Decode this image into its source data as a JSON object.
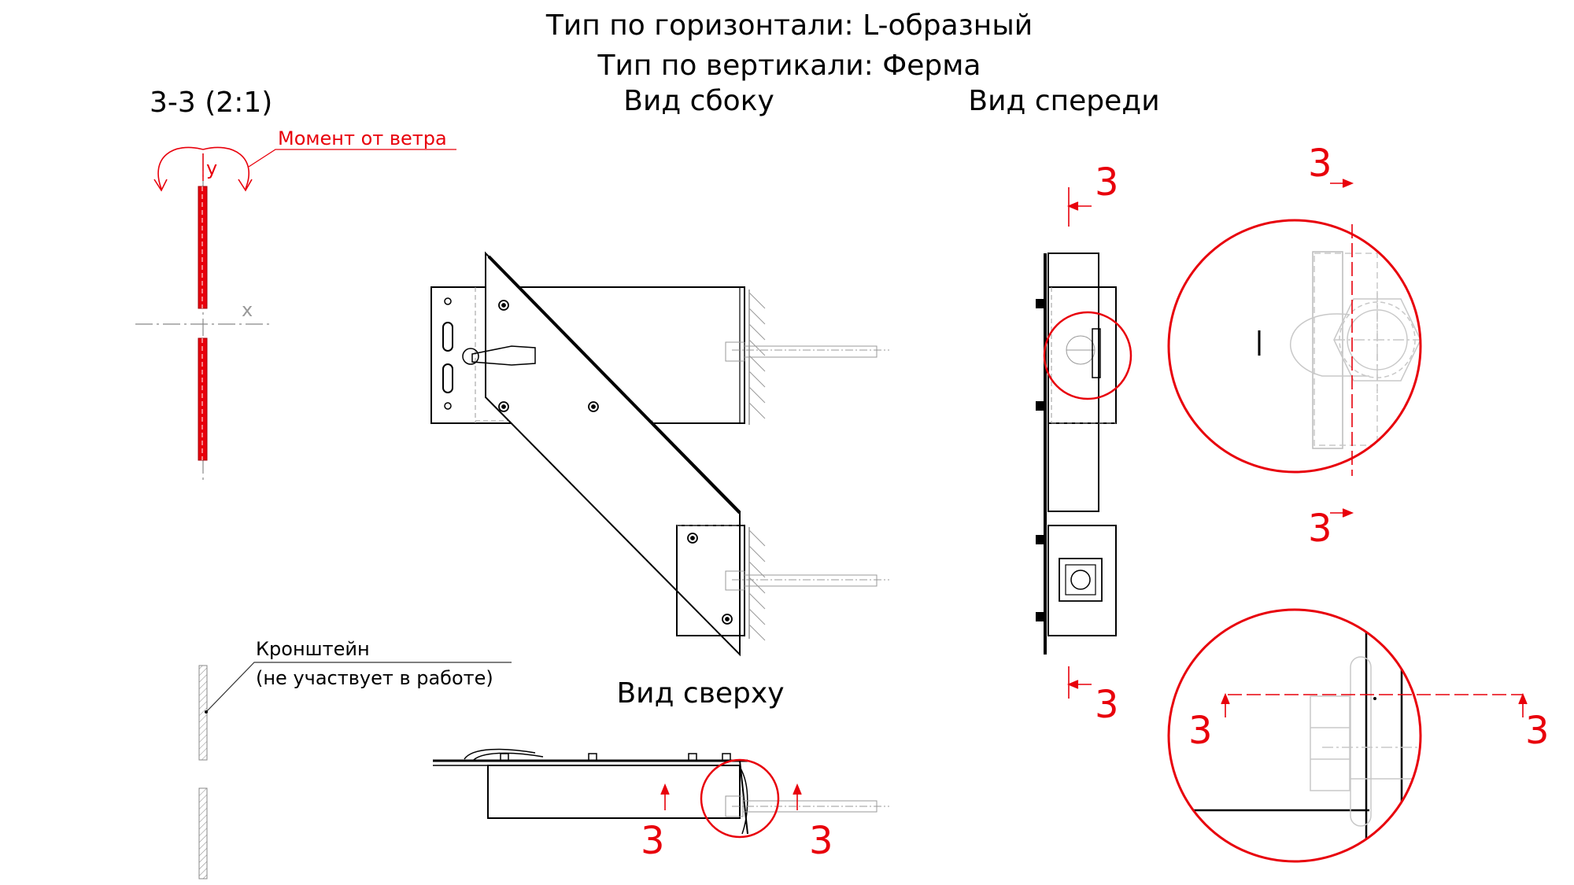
{
  "titles": {
    "horizontal_type": "Тип по горизонтали: L-образный",
    "vertical_type": "Тип по вертикали: Ферма"
  },
  "views": {
    "section": "3-3 (2:1)",
    "side": "Вид сбоку",
    "front": "Вид спереди",
    "top": "Вид сверху"
  },
  "section": {
    "wind_moment": "Момент от ветра",
    "axis_y": "y",
    "axis_x": "x"
  },
  "bracket_note": {
    "line1": "Кронштейн",
    "line2": "(не участвует в работе)"
  },
  "section_mark": "3",
  "colors": {
    "accent": "#e8000b",
    "line": "#000000",
    "hidden": "#a0a0a0"
  }
}
